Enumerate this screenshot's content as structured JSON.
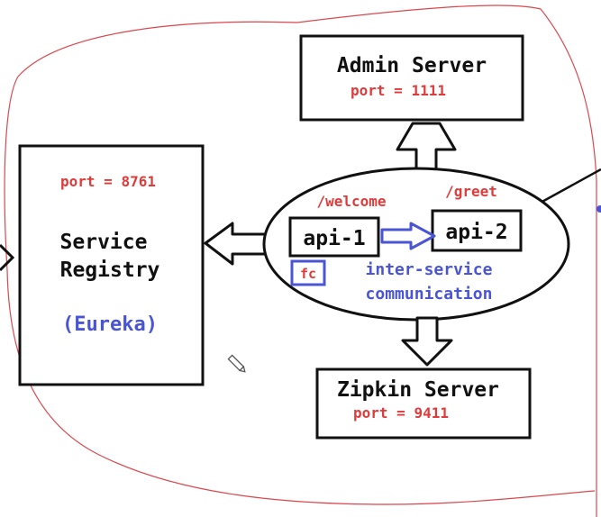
{
  "admin_server": {
    "title": "Admin Server",
    "port": "port = 1111"
  },
  "service_registry": {
    "port": "port = 8761",
    "title_line1": "Service",
    "title_line2": "Registry",
    "subtitle": "(Eureka)"
  },
  "zipkin_server": {
    "title": "Zipkin Server",
    "port": "port = 9411"
  },
  "api1": {
    "label": "api-1",
    "path": "/welcome",
    "fc_label": "fc"
  },
  "api2": {
    "label": "api-2",
    "path": "/greet"
  },
  "communication": {
    "line1": "inter-service",
    "line2": "communication"
  },
  "colors": {
    "red": "#e03a3a",
    "blue": "#4a55d6",
    "black": "#111111",
    "outline": "#d9484f"
  },
  "icons": {
    "tool": "pencil-icon"
  }
}
